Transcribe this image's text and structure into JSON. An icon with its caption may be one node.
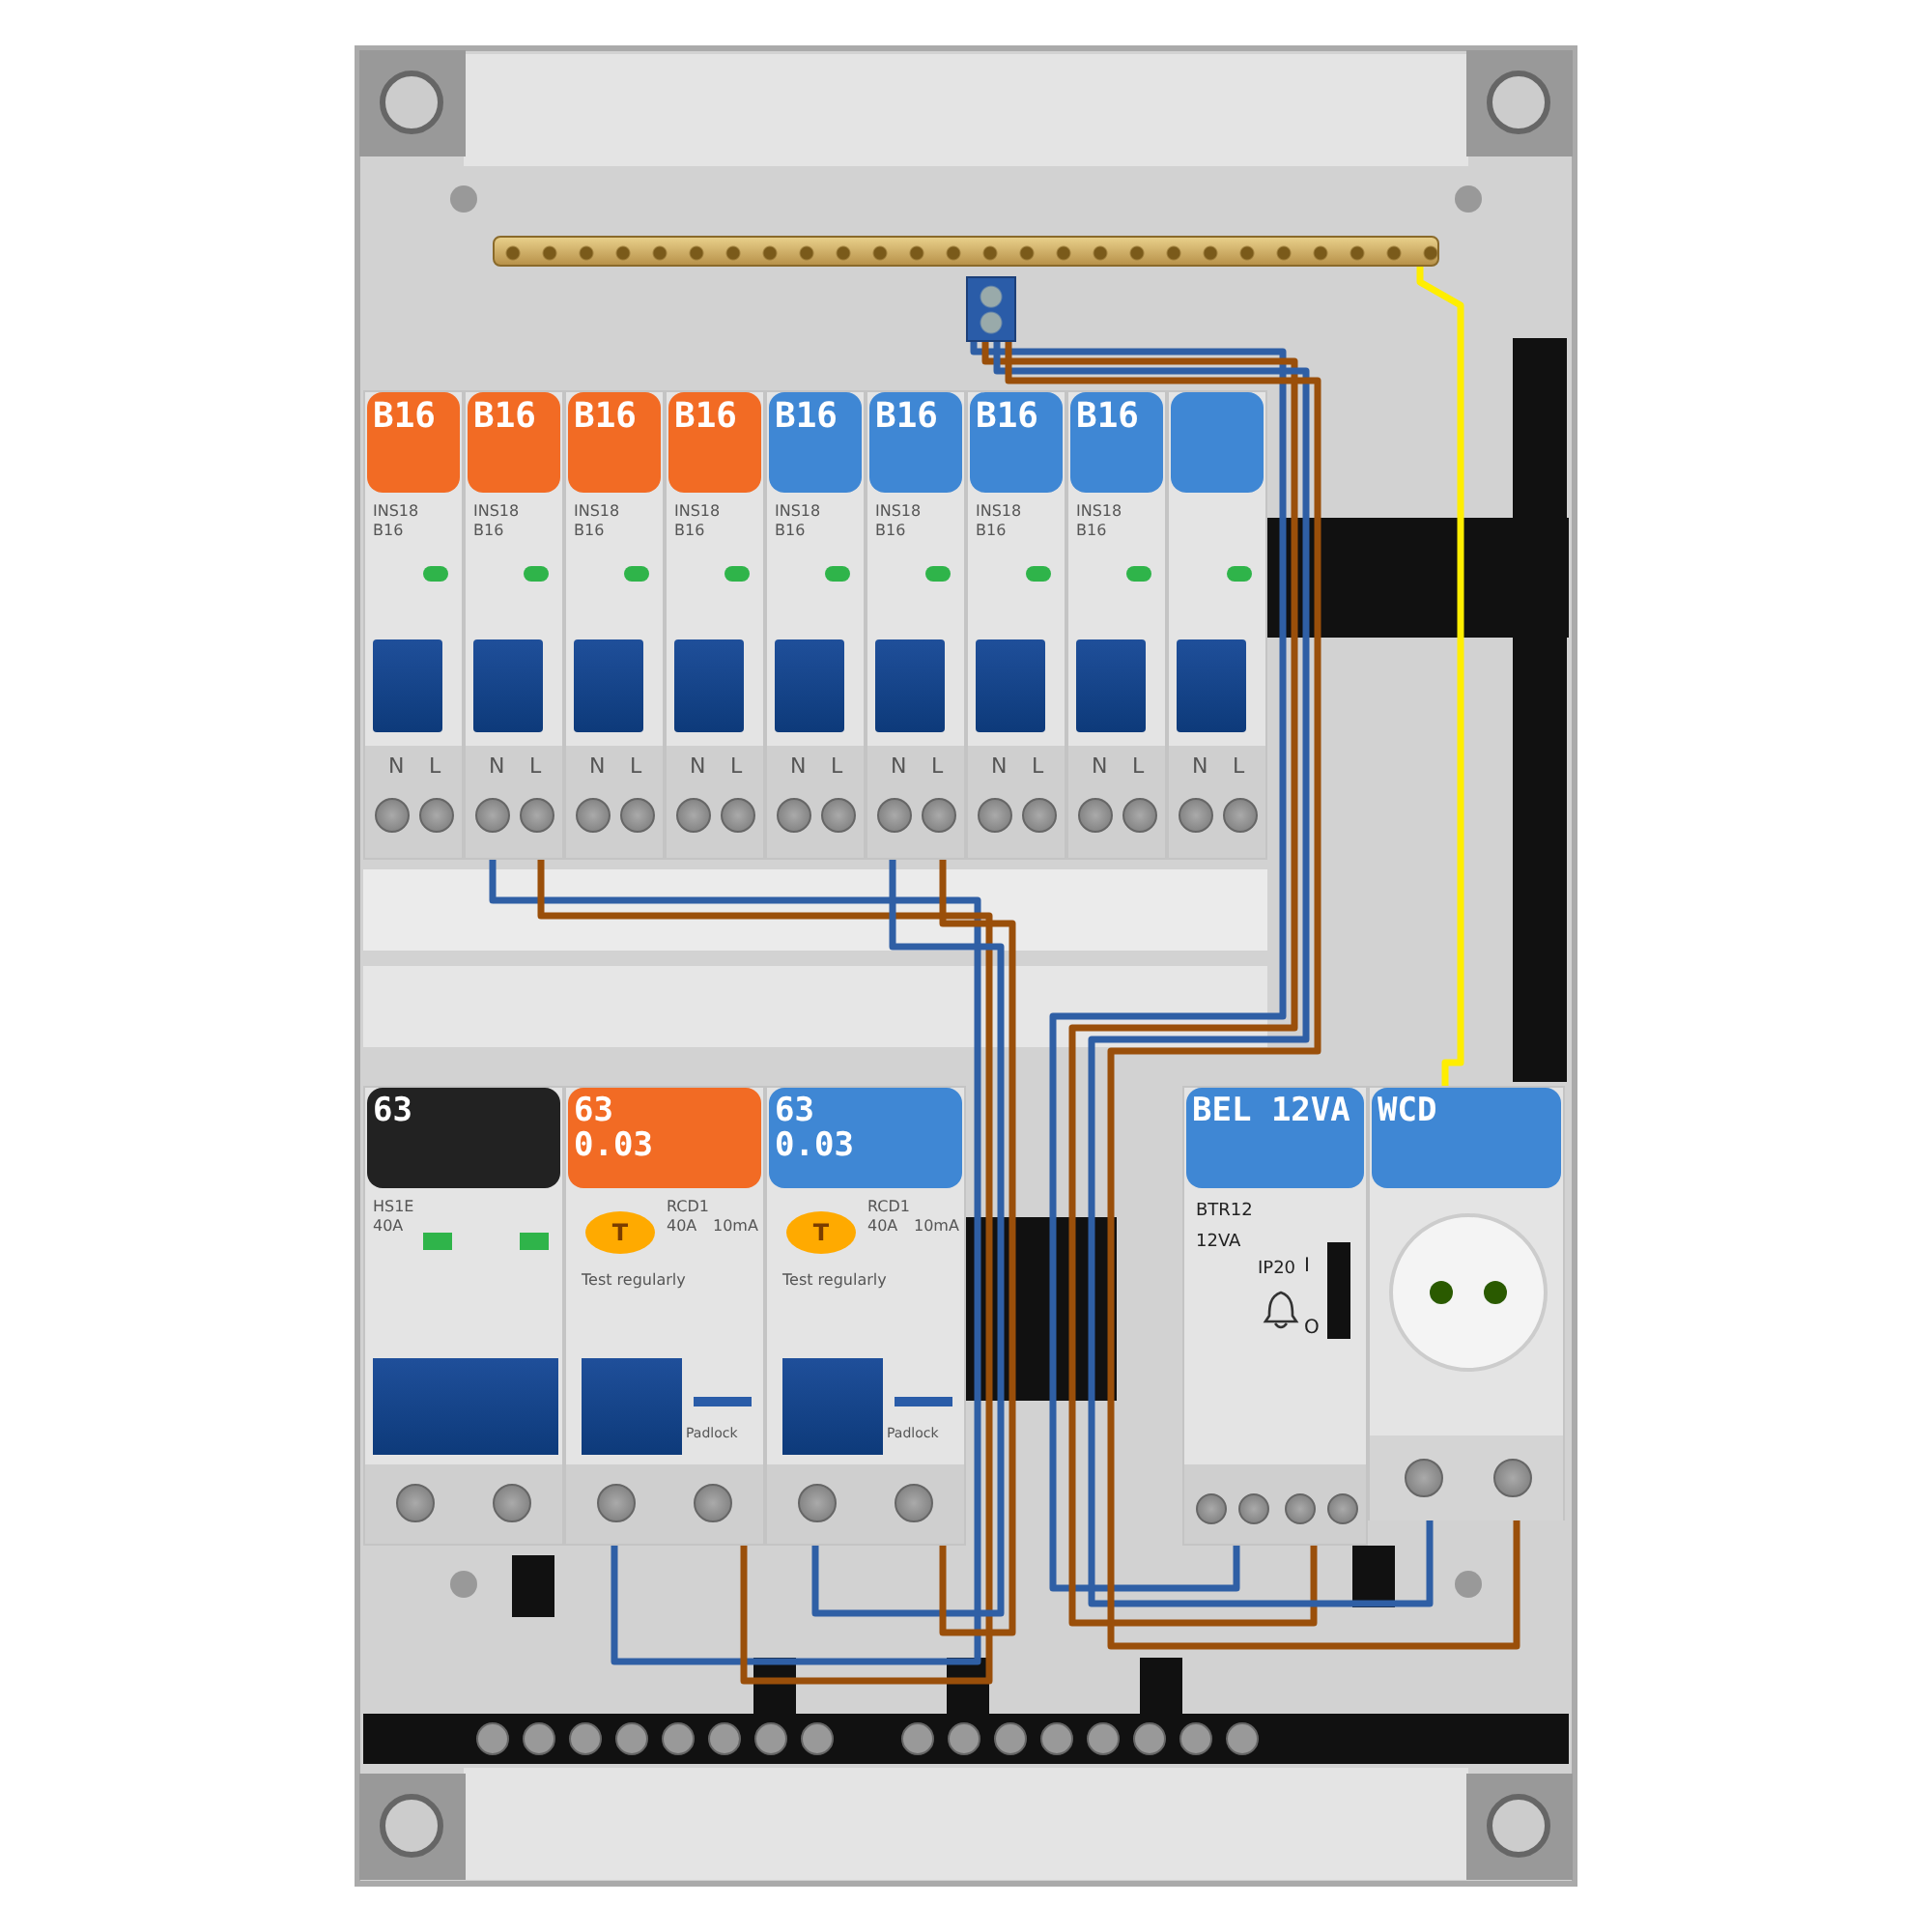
{
  "diagram": {
    "nodes": [
      {
        "text": [
          "B16"
        ]
      },
      {
        "text": [
          "B16"
        ]
      },
      {
        "text": [
          "B16"
        ]
      },
      {
        "text": [
          "B16"
        ]
      },
      {
        "text": [
          "B16"
        ]
      },
      {
        "text": [
          "B16"
        ]
      },
      {
        "text": [
          "B16"
        ]
      },
      {
        "text": [
          "B16"
        ]
      },
      {
        "text": [],
        "shape": "box"
      },
      {
        "text": [
          "63"
        ]
      },
      {
        "text": [
          "63 0.03"
        ]
      },
      {
        "text": [
          "63 0.03"
        ]
      },
      {
        "text": [
          "BEL 12VA"
        ]
      },
      {
        "text": [
          "WCD"
        ]
      },
      {
        "text": [],
        "shape": "bar"
      },
      {
        "text": [],
        "shape": "box"
      }
    ],
    "edges": [
      {
        "from": 1,
        "to": 10,
        "arrow": "none",
        "color": "#2f5fa5"
      },
      {
        "from": 1,
        "to": 10,
        "arrow": "none",
        "color": "#9a4f0a"
      },
      {
        "from": 5,
        "to": 11,
        "arrow": "none",
        "color": "#2f5fa5"
      },
      {
        "from": 5,
        "to": 11,
        "arrow": "none",
        "color": "#9a4f0a"
      },
      {
        "from": 15,
        "to": 12,
        "arrow": "none",
        "color": "#2f5fa5"
      },
      {
        "from": 15,
        "to": 12,
        "arrow": "none",
        "color": "#9a4f0a"
      },
      {
        "from": 15,
        "to": 13,
        "arrow": "none",
        "color": "#2f5fa5"
      },
      {
        "from": 15,
        "to": 13,
        "arrow": "none",
        "color": "#9a4f0a"
      },
      {
        "from": 14,
        "to": 13,
        "arrow": "none",
        "color": "#ffee00"
      }
    ],
    "labels": [
      "INS18",
      "B16",
      "INS18",
      "B16",
      "INS18",
      "B16",
      "INS18",
      "B16",
      "INS18",
      "B16",
      "INS18",
      "B16",
      "INS18",
      "B16",
      "INS18",
      "B16",
      "N",
      "L",
      "N",
      "L",
      "N",
      "L",
      "N",
      "L",
      "N",
      "L",
      "N",
      "L",
      "N",
      "L",
      "N",
      "L",
      "N",
      "L",
      "HS1E",
      "40A",
      "T",
      "RCD1",
      "40A",
      "10mA",
      "Test regularly",
      "Padlock",
      "T",
      "RCD1",
      "40A",
      "10mA",
      "Test regularly",
      "Padlock",
      "BTR12",
      "12VA",
      "IP20",
      "I",
      "O"
    ]
  }
}
